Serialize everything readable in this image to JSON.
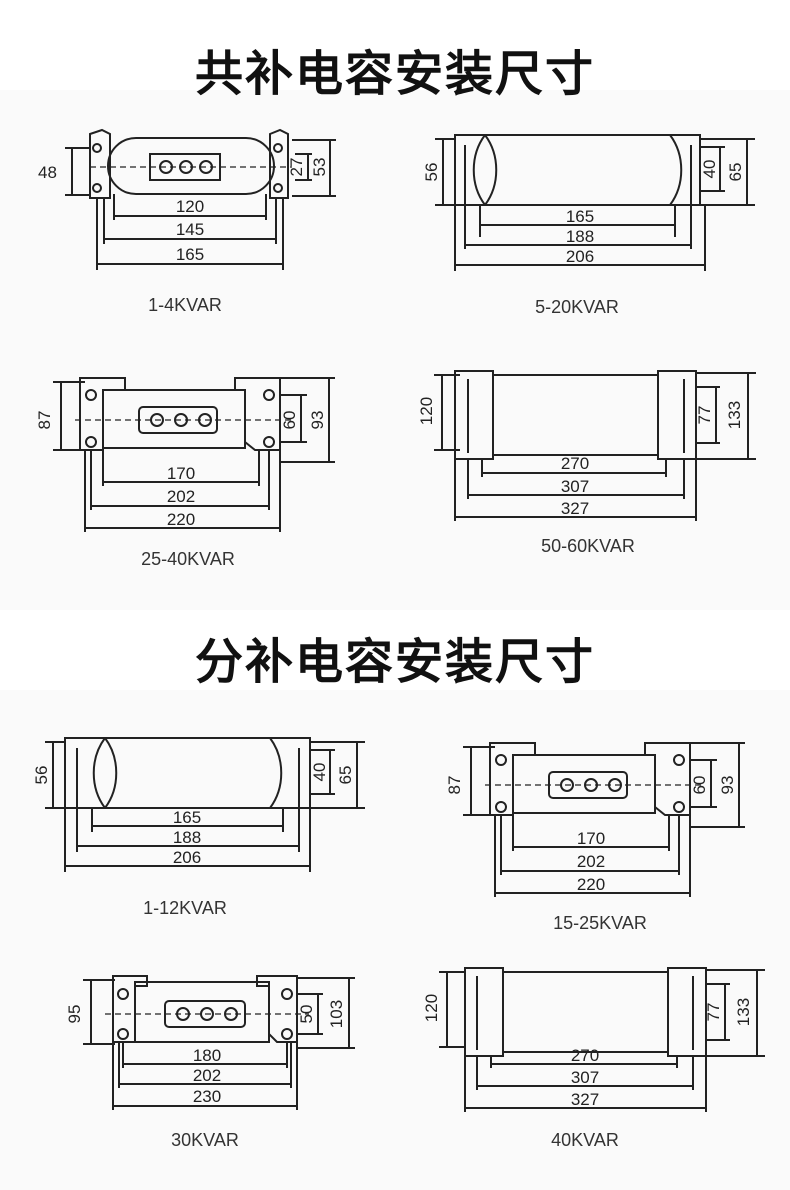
{
  "sections": [
    {
      "title": "共补电容安装尺寸",
      "panels": [
        {
          "model": "1-4KVAR",
          "style": "oval",
          "dims": {
            "height": "48",
            "inner_v": "27",
            "outer_v": "53",
            "w1": "120",
            "w2": "145",
            "w3": "165"
          }
        },
        {
          "model": "5-20KVAR",
          "style": "saddle",
          "dims": {
            "height": "56",
            "inner_v": "40",
            "outer_v": "65",
            "w1": "165",
            "w2": "188",
            "w3": "206"
          }
        },
        {
          "model": "25-40KVAR",
          "style": "flange",
          "dims": {
            "height": "87",
            "inner_v": "60",
            "outer_v": "93",
            "w1": "170",
            "w2": "202",
            "w3": "220"
          }
        },
        {
          "model": "50-60KVAR",
          "style": "box",
          "dims": {
            "height": "120",
            "inner_v": "77",
            "outer_v": "133",
            "w1": "270",
            "w2": "307",
            "w3": "327"
          }
        }
      ]
    },
    {
      "title": "分补电容安装尺寸",
      "panels": [
        {
          "model": "1-12KVAR",
          "style": "saddle",
          "dims": {
            "height": "56",
            "inner_v": "40",
            "outer_v": "65",
            "w1": "165",
            "w2": "188",
            "w3": "206"
          }
        },
        {
          "model": "15-25KVAR",
          "style": "flange",
          "dims": {
            "height": "87",
            "inner_v": "60",
            "outer_v": "93",
            "w1": "170",
            "w2": "202",
            "w3": "220"
          }
        },
        {
          "model": "30KVAR",
          "style": "flange",
          "dims": {
            "height": "95",
            "inner_v": "50",
            "outer_v": "103",
            "w1": "180",
            "w2": "202",
            "w3": "230"
          }
        },
        {
          "model": "40KVAR",
          "style": "box",
          "dims": {
            "height": "120",
            "inner_v": "77",
            "outer_v": "133",
            "w1": "270",
            "w2": "307",
            "w3": "327"
          }
        }
      ]
    }
  ]
}
